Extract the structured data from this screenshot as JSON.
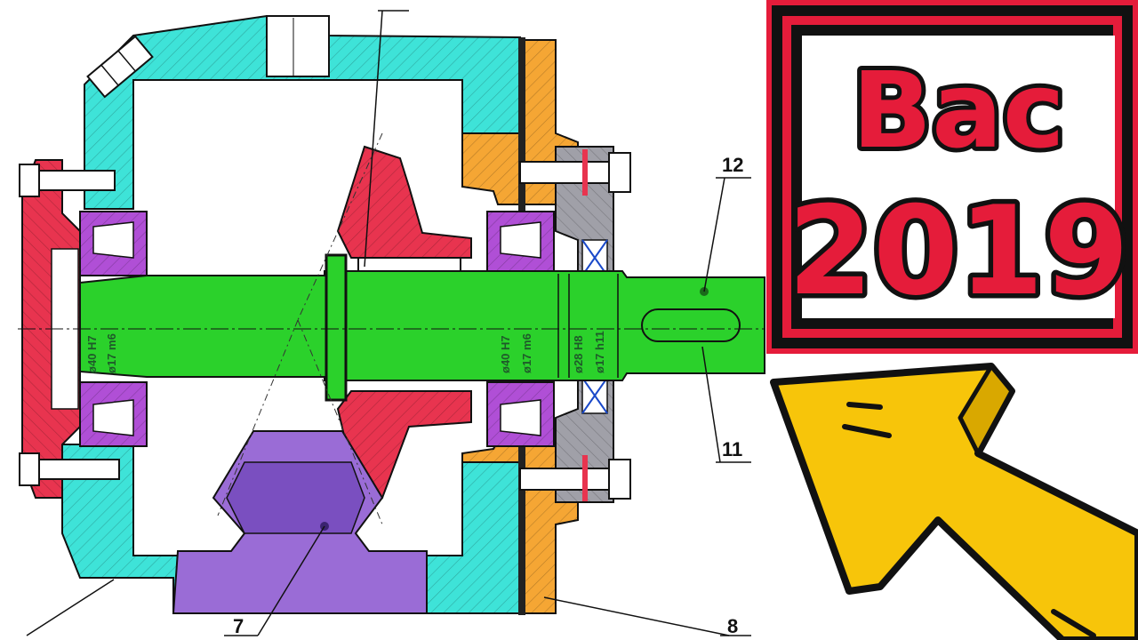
{
  "badge": {
    "line1": "Bac",
    "line2": "2019"
  },
  "diagram": {
    "part_labels": [
      "12",
      "11",
      "7",
      "8"
    ],
    "fit_labels": [
      "ø40 H7",
      "ø17 m6",
      "ø40 H7",
      "ø17 m6",
      "ø28 H8",
      "ø17 h11"
    ]
  },
  "colors": {
    "housing": "#3ee3d8",
    "cover_left": "#e8344f",
    "flange_right": "#f5a634",
    "shaft": "#2bd12b",
    "bevel_gear": "#e8344f",
    "pinion": "#9a6cd6",
    "bearing": "#b04fd6",
    "seal_cover": "#a0a0a8",
    "badge_red": "#e51c3a",
    "arrow": "#f7c50a"
  },
  "icons": {
    "arrow": "arrow-up-left-icon"
  }
}
